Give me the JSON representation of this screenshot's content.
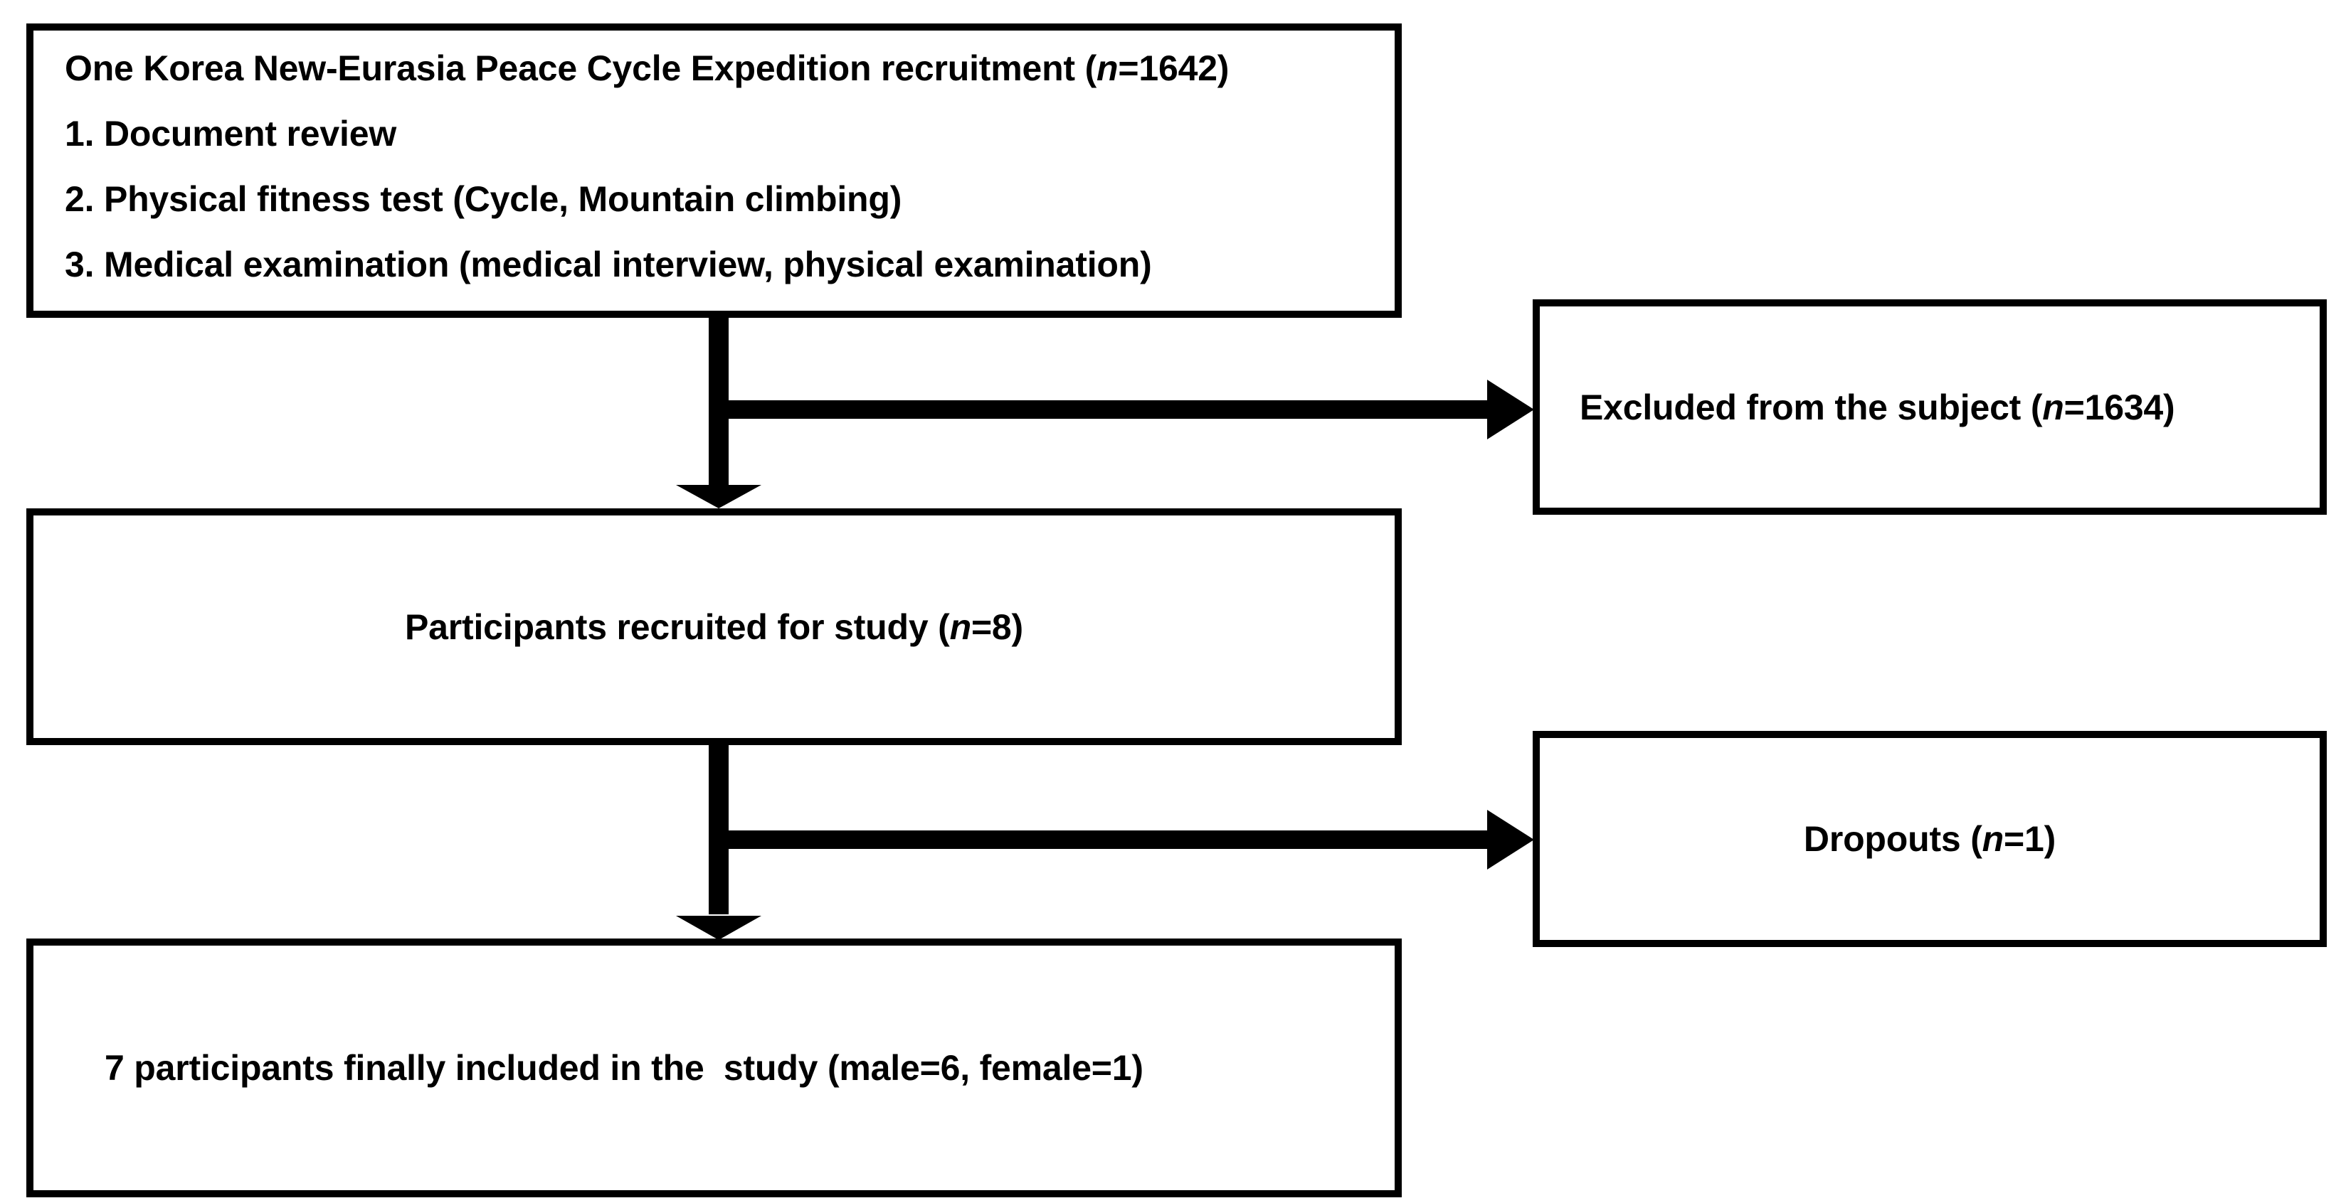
{
  "figure": {
    "type": "flowchart",
    "orientation": "top-to-bottom",
    "background_color": "#ffffff",
    "line_color": "#000000",
    "text_color": "#000000"
  },
  "nodes": {
    "recruitment": {
      "lines": [
        "One Korea New-Eurasia Peace Cycle Expedition recruitment (n=1642)",
        "1. Document review",
        "2. Physical fitness test (Cycle, Mountain climbing)",
        "3. Medical examination (medical interview, physical examination)"
      ],
      "line1_prefix": "One Korea New-Eurasia Peace Cycle Expedition recruitment (",
      "line1_italic": "n",
      "line1_suffix": "=1642)",
      "line2": "1. Document review",
      "line3": "2. Physical fitness test (Cycle, Mountain climbing)",
      "line4": "3. Medical examination (medical interview, physical examination)",
      "count": 1642,
      "align": "left"
    },
    "excluded": {
      "text": "Excluded from the subject (n=1634)",
      "prefix": "Excluded from the subject (",
      "italic": "n",
      "suffix": "=1634)",
      "count": 1634,
      "align": "left"
    },
    "recruited": {
      "text": "Participants recruited for study (n=8)",
      "prefix": "Participants recruited for study (",
      "italic": "n",
      "suffix": "=8)",
      "count": 8,
      "align": "center"
    },
    "dropouts": {
      "text": "Dropouts (n=1)",
      "prefix": "Dropouts (",
      "italic": "n",
      "suffix": "=1)",
      "count": 1,
      "align": "center"
    },
    "final": {
      "text": "7 participants finally included in the  study (male=6, female=1)",
      "prefix": "7 participants finally included in the  study (male=6, female=1)",
      "count": 7,
      "male": 6,
      "female": 1,
      "align": "left"
    }
  },
  "edges": [
    {
      "id": "recruitment-to-recruited",
      "from": "recruitment",
      "to": "recruited",
      "direction": "down",
      "arrowhead": "filled-triangle"
    },
    {
      "id": "recruitment-to-excluded",
      "from": "recruitment",
      "to": "excluded",
      "direction": "right",
      "arrowhead": "filled-triangle"
    },
    {
      "id": "recruited-to-final",
      "from": "recruited",
      "to": "final",
      "direction": "down",
      "arrowhead": "filled-triangle"
    },
    {
      "id": "recruited-to-dropouts",
      "from": "recruited",
      "to": "dropouts",
      "direction": "right",
      "arrowhead": "filled-triangle"
    }
  ]
}
